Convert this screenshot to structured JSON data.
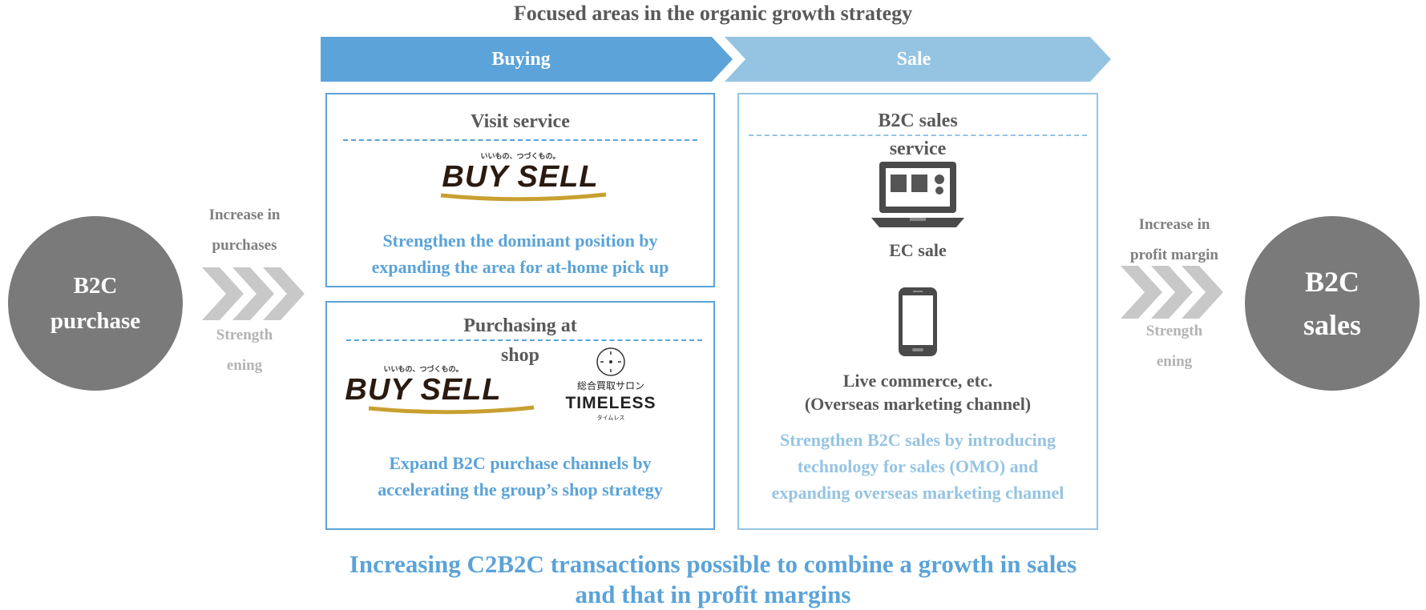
{
  "title": "Focused areas in the organic growth strategy",
  "header": {
    "buying": "Buying",
    "sale": "Sale"
  },
  "left": {
    "circle": [
      "B2C",
      "purchase"
    ],
    "top_label": [
      "Increase in",
      "purchases"
    ],
    "bottom_label": [
      "Strength",
      "ening"
    ]
  },
  "right": {
    "circle": [
      "B2C",
      "sales"
    ],
    "top_label": [
      "Increase in",
      "profit margin"
    ],
    "bottom_label": [
      "Strength",
      "ening"
    ]
  },
  "visit_box": {
    "title": "Visit service",
    "logo_tagline": "いいもの、つづくもの。",
    "logo_text": "BUY SELL",
    "description": [
      "Strengthen the dominant position by",
      "expanding the area for at-home pick up"
    ]
  },
  "shop_box": {
    "title": [
      "Purchasing at",
      "shop"
    ],
    "logo_tagline": "いいもの、つづくもの。",
    "logo_text": "BUY SELL",
    "timeless_lines": [
      "総合買取サロン",
      "TIMELESS",
      "タイムレス"
    ],
    "description": [
      "Expand B2C purchase channels by",
      "accelerating the group’s shop strategy"
    ]
  },
  "sale_box": {
    "title": [
      "B2C sales",
      "service"
    ],
    "ec_label": "EC sale",
    "live_label": [
      "Live commerce, etc.",
      "(Overseas marketing channel)"
    ],
    "description": [
      "Strengthen B2C sales by introducing",
      "technology for sales (OMO) and",
      "expanding overseas marketing channel"
    ]
  },
  "bottom_text": [
    "Increasing C2B2C transactions possible to combine a growth in sales",
    "and that in profit margins"
  ],
  "colors": {
    "blue": "#5ba3d8",
    "light_blue": "#95c4e2",
    "dark_gray": "#595959",
    "circle_gray": "#7a7a7a",
    "chevron_gray": "#c8c8c8",
    "logo_gold": "#c8a030"
  },
  "icons": [
    "laptop-icon",
    "smartphone-icon",
    "chevron-arrows-icon",
    "timeless-compass-icon"
  ]
}
